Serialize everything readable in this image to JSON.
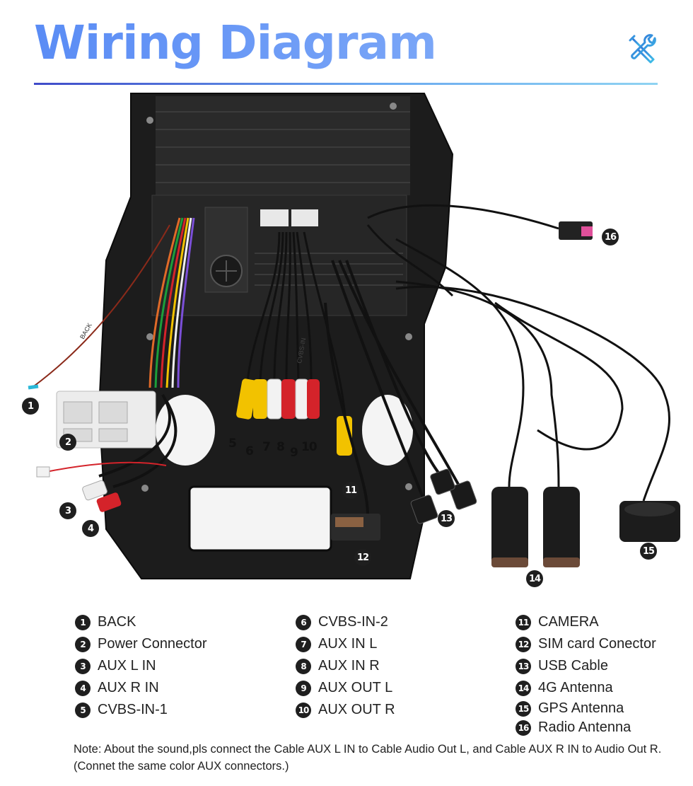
{
  "title": "Wiring Diagram",
  "legend": [
    {
      "num": "1",
      "label": "BACK"
    },
    {
      "num": "2",
      "label": "Power Connector"
    },
    {
      "num": "3",
      "label": "AUX L IN"
    },
    {
      "num": "4",
      "label": "AUX R IN"
    },
    {
      "num": "5",
      "label": "CVBS-IN-1"
    },
    {
      "num": "6",
      "label": "CVBS-IN-2"
    },
    {
      "num": "7",
      "label": "AUX IN L"
    },
    {
      "num": "8",
      "label": "AUX IN R"
    },
    {
      "num": "9",
      "label": "AUX OUT L"
    },
    {
      "num": "10",
      "label": "AUX OUT R"
    },
    {
      "num": "11",
      "label": "CAMERA"
    },
    {
      "num": "12",
      "label": "SIM card Conector"
    },
    {
      "num": "13",
      "label": "USB Cable"
    },
    {
      "num": "14",
      "label": "4G Antenna"
    },
    {
      "num": "15",
      "label": "GPS Antenna"
    },
    {
      "num": "16",
      "label": "Radio Antenna"
    }
  ],
  "diagram_labels": {
    "back_tag": "BACK",
    "cvbs_tag": "CVBS-IN"
  },
  "note": "Note: About the sound,pls connect the Cable AUX L IN to Cable Audio Out L, and Cable AUX R IN to Audio Out R.(Connet the same color AUX connectors.)",
  "colors": {
    "title_gradient_start": "#5a8cf5",
    "title_gradient_end": "#7aa6f7",
    "rule_start": "#3f4bc9",
    "rule_end": "#8fd3f2",
    "callout_bg": "#1f1f1f",
    "rca_yellow": "#f2c200",
    "rca_red": "#d4232a",
    "rca_white": "#f2f2f2",
    "connector_pink": "#e0509a"
  },
  "icons": {
    "header": "tools-icon"
  }
}
